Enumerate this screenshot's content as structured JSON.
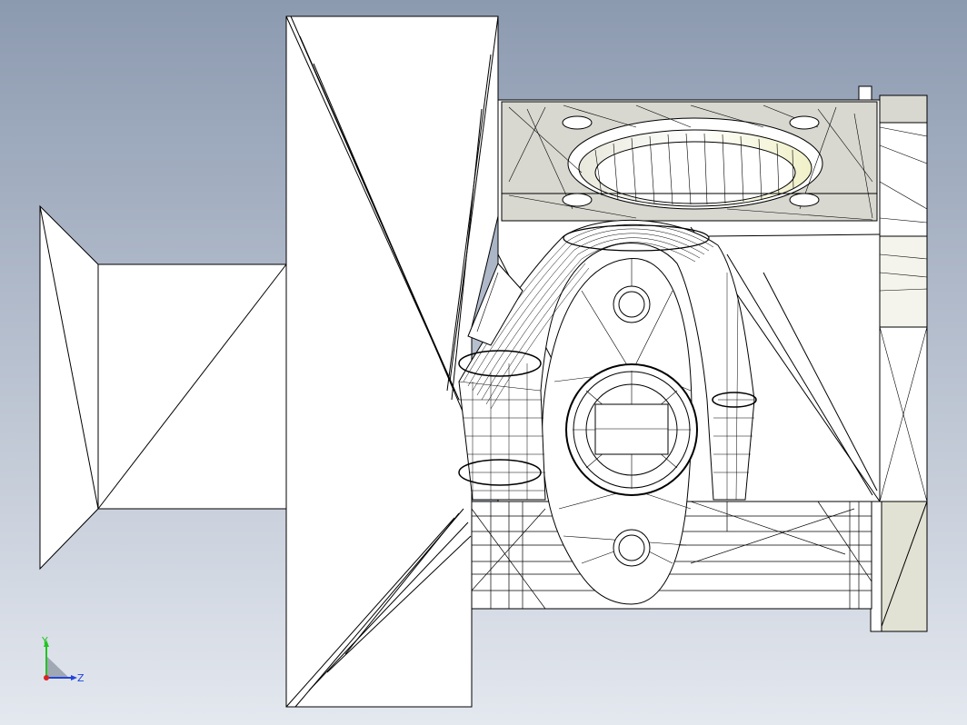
{
  "viewport": {
    "background_top": "#8c9ab0",
    "background_bottom": "#e4e8ef",
    "render_style": "wireframe",
    "edge_color": "#000000",
    "face_color": "#ffffff",
    "shaded_face_color": "#e4e4dc",
    "highlight_face_color": "#f4f4e0"
  },
  "triad": {
    "y_label": "Y",
    "z_label": "Z",
    "y_color": "#22c422",
    "z_color": "#2244dd",
    "x_color": "#dd2222",
    "plane_color": "#a0a8b4"
  }
}
